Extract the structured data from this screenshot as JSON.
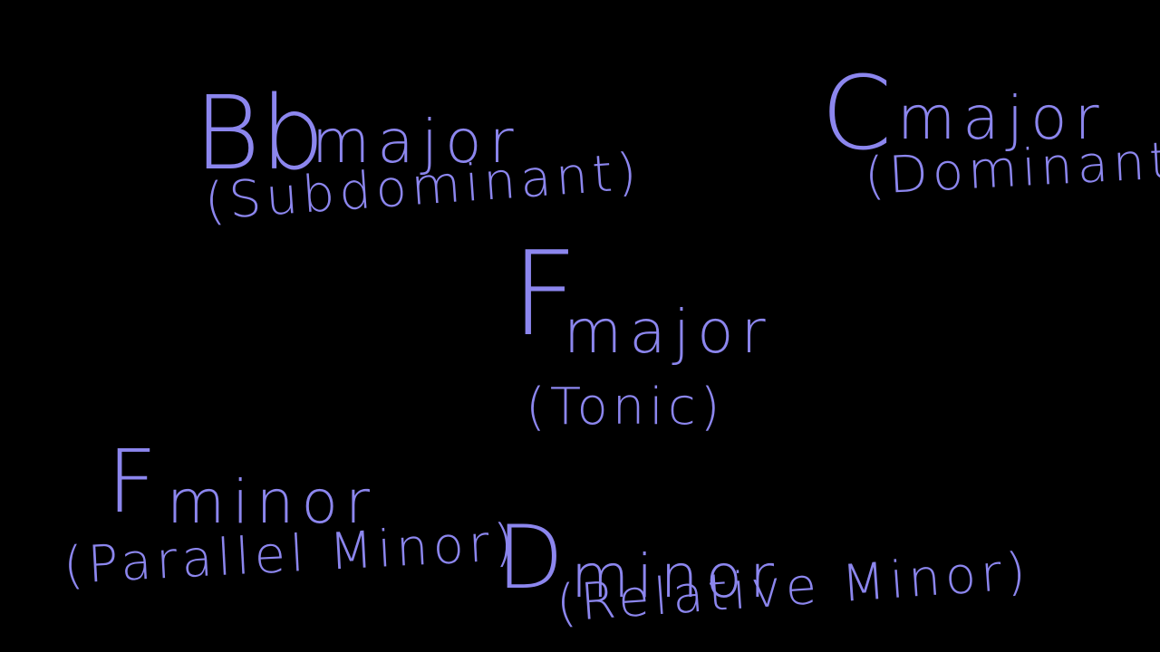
{
  "ink_color": "#8c86ee",
  "background_color": "#000000",
  "keys": {
    "subdominant": {
      "key": "Bb",
      "mode": "major",
      "role": "(Subdominant)"
    },
    "dominant": {
      "key": "C",
      "mode": "major",
      "role": "(Dominant)"
    },
    "tonic": {
      "key": "F",
      "mode": "major",
      "role": "(Tonic)"
    },
    "parallel": {
      "key": "F",
      "mode": "minor",
      "role": "(Parallel Minor)"
    },
    "relative": {
      "key": "D",
      "mode": "minor",
      "role": "(Relative Minor)"
    }
  }
}
